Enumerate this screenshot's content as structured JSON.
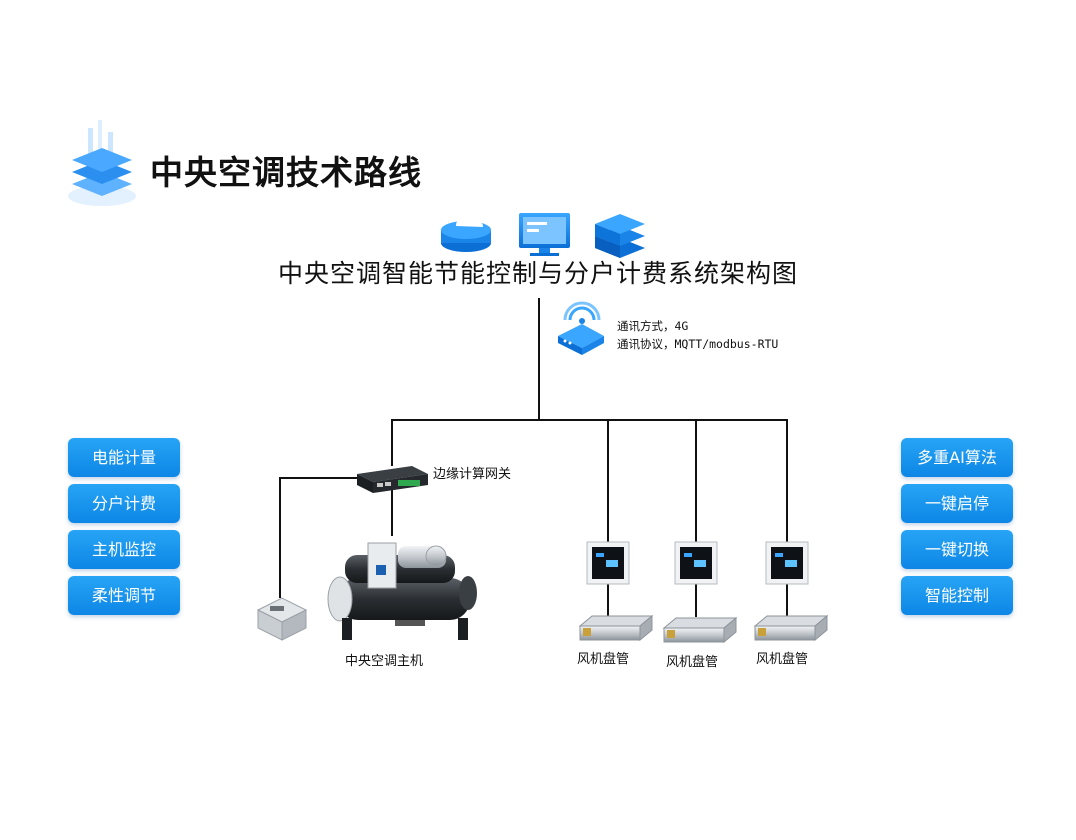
{
  "page_title": "中央空调技术路线",
  "diagram_title": "中央空调智能节能控制与分户计费系统架构图",
  "communication": {
    "mode": "通讯方式，4G",
    "protocol": "通讯协议，MQTT/modbus-RTU"
  },
  "left_features": [
    "电能计量",
    "分户计费",
    "主机监控",
    "柔性调节"
  ],
  "right_features": [
    "多重AI算法",
    "一键启停",
    "一键切换",
    "智能控制"
  ],
  "gateway_label": "边缘计算网关",
  "chiller_label": "中央空调主机",
  "fan_coil_labels": [
    "风机盘管",
    "风机盘管",
    "风机盘管"
  ],
  "colors": {
    "accent": "#1a8ff0",
    "line": "#111111"
  },
  "icons": [
    "layers-stack-icon",
    "cloud-database-icon",
    "monitor-icon",
    "server-stack-icon",
    "wifi-router-icon"
  ]
}
